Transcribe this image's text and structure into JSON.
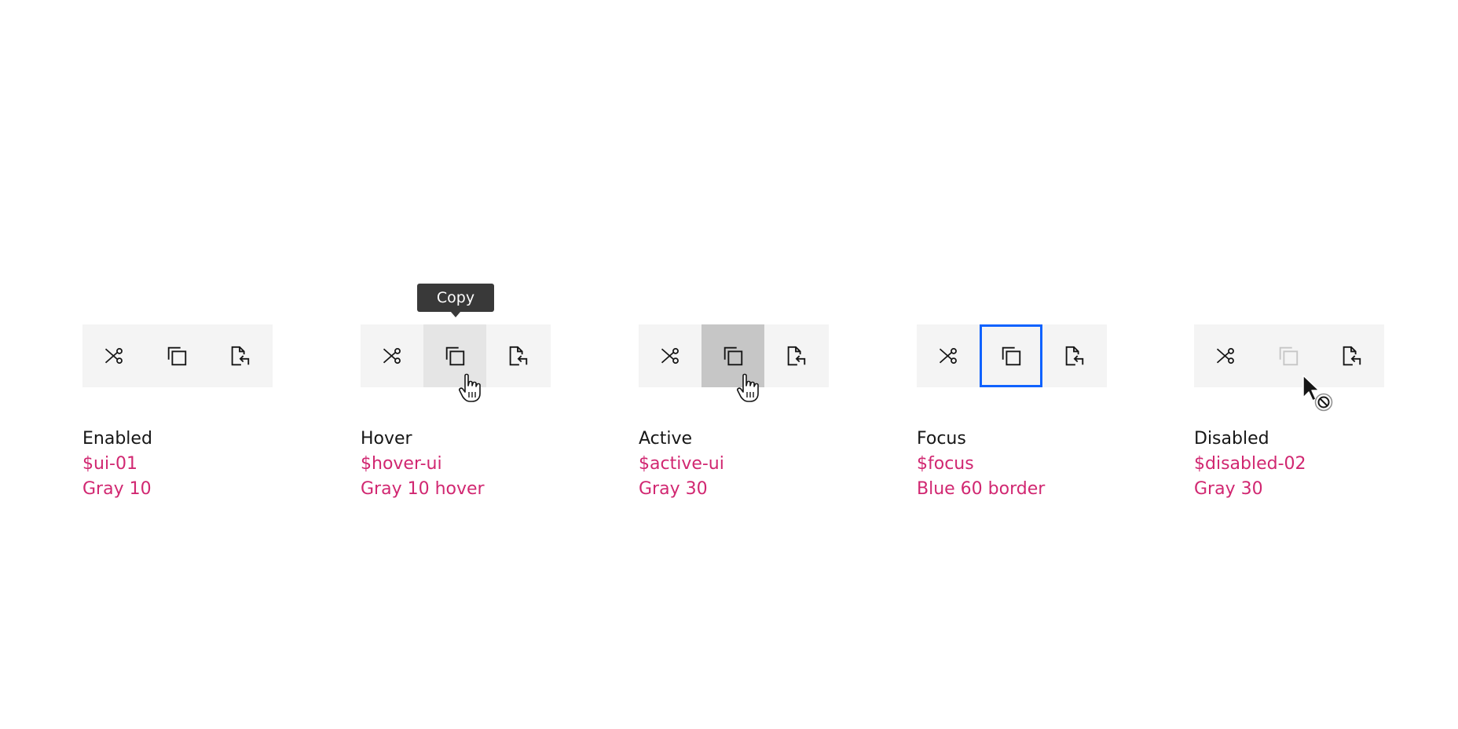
{
  "colors": {
    "background": "#ffffff",
    "toolbar_bg": "#f4f4f4",
    "hover_bg": "#e5e5e5",
    "active_bg": "#c6c6c6",
    "focus_border": "#0f62fe",
    "icon": "#161616",
    "icon_disabled": "#c6c6c6",
    "token_text": "#d12771",
    "tooltip_bg": "#393939"
  },
  "icons": [
    "cut-icon",
    "copy-icon",
    "paste-icon"
  ],
  "variants": [
    {
      "state": "Enabled",
      "token": "$ui-01",
      "color": "Gray 10"
    },
    {
      "state": "Hover",
      "token": "$hover-ui",
      "color": "Gray 10 hover",
      "tooltip": "Copy",
      "cursor": "pointer-hand-cursor"
    },
    {
      "state": "Active",
      "token": "$active-ui",
      "color": "Gray 30",
      "cursor": "pointer-hand-cursor"
    },
    {
      "state": "Focus",
      "token": "$focus",
      "color": "Blue 60 border"
    },
    {
      "state": "Disabled",
      "token": "$disabled-02",
      "color": "Gray 30",
      "cursor": "not-allowed-cursor"
    }
  ]
}
